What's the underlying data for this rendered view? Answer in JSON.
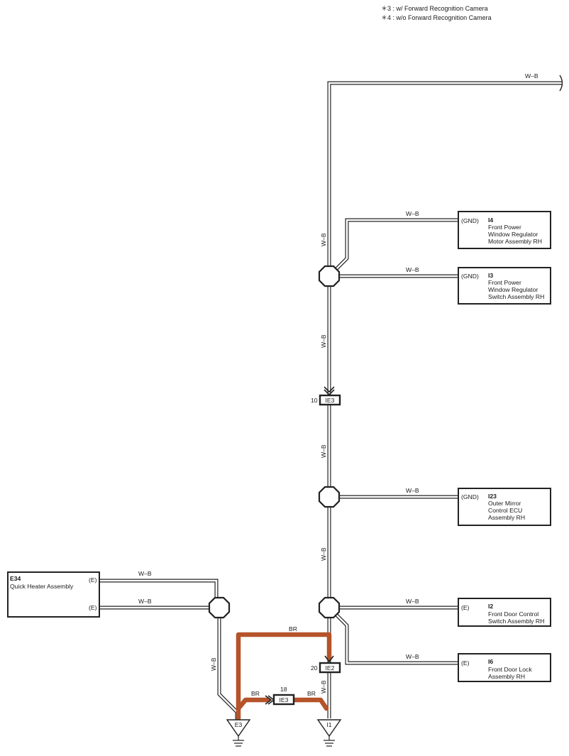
{
  "notes": [
    {
      "marker": "＊3",
      "text": ": w/ Forward Recognition Camera"
    },
    {
      "marker": "＊4",
      "text": ": w/o Forward Recognition Camera"
    }
  ],
  "wire_colors": {
    "white_black": "W–B",
    "brown": "BR",
    "brown_hex": "#b5532a"
  },
  "components": {
    "i4": {
      "id": "I4",
      "pin": "(GND)",
      "lines": [
        "Front Power",
        "Window Regulator",
        "Motor Assembly RH"
      ]
    },
    "i3": {
      "id": "I3",
      "pin": "(GND)",
      "lines": [
        "Front Power",
        "Window Regulator",
        "Switch Assembly RH"
      ]
    },
    "i23": {
      "id": "I23",
      "pin": "(GND)",
      "lines": [
        "Outer Mirror",
        "Control ECU",
        "Assembly RH"
      ]
    },
    "i2": {
      "id": "I2",
      "pin": "(E)",
      "lines": [
        "Front Door Control",
        "Switch Assembly RH"
      ]
    },
    "i6": {
      "id": "I6",
      "pin": "(E)",
      "lines": [
        "Front Door Lock",
        "Assembly RH"
      ]
    },
    "e34": {
      "id": "E34",
      "name": "Quick Heater Assembly",
      "pin1": "(E)",
      "pin2": "(E)"
    }
  },
  "connectors": {
    "ie3_upper": {
      "label": "IE3",
      "pin": "10"
    },
    "ie2": {
      "label": "IE2",
      "pin": "20"
    },
    "ie3_lower": {
      "label": "IE3",
      "pin": "18"
    }
  },
  "grounds": {
    "e3": "E3",
    "i1": "I1"
  }
}
